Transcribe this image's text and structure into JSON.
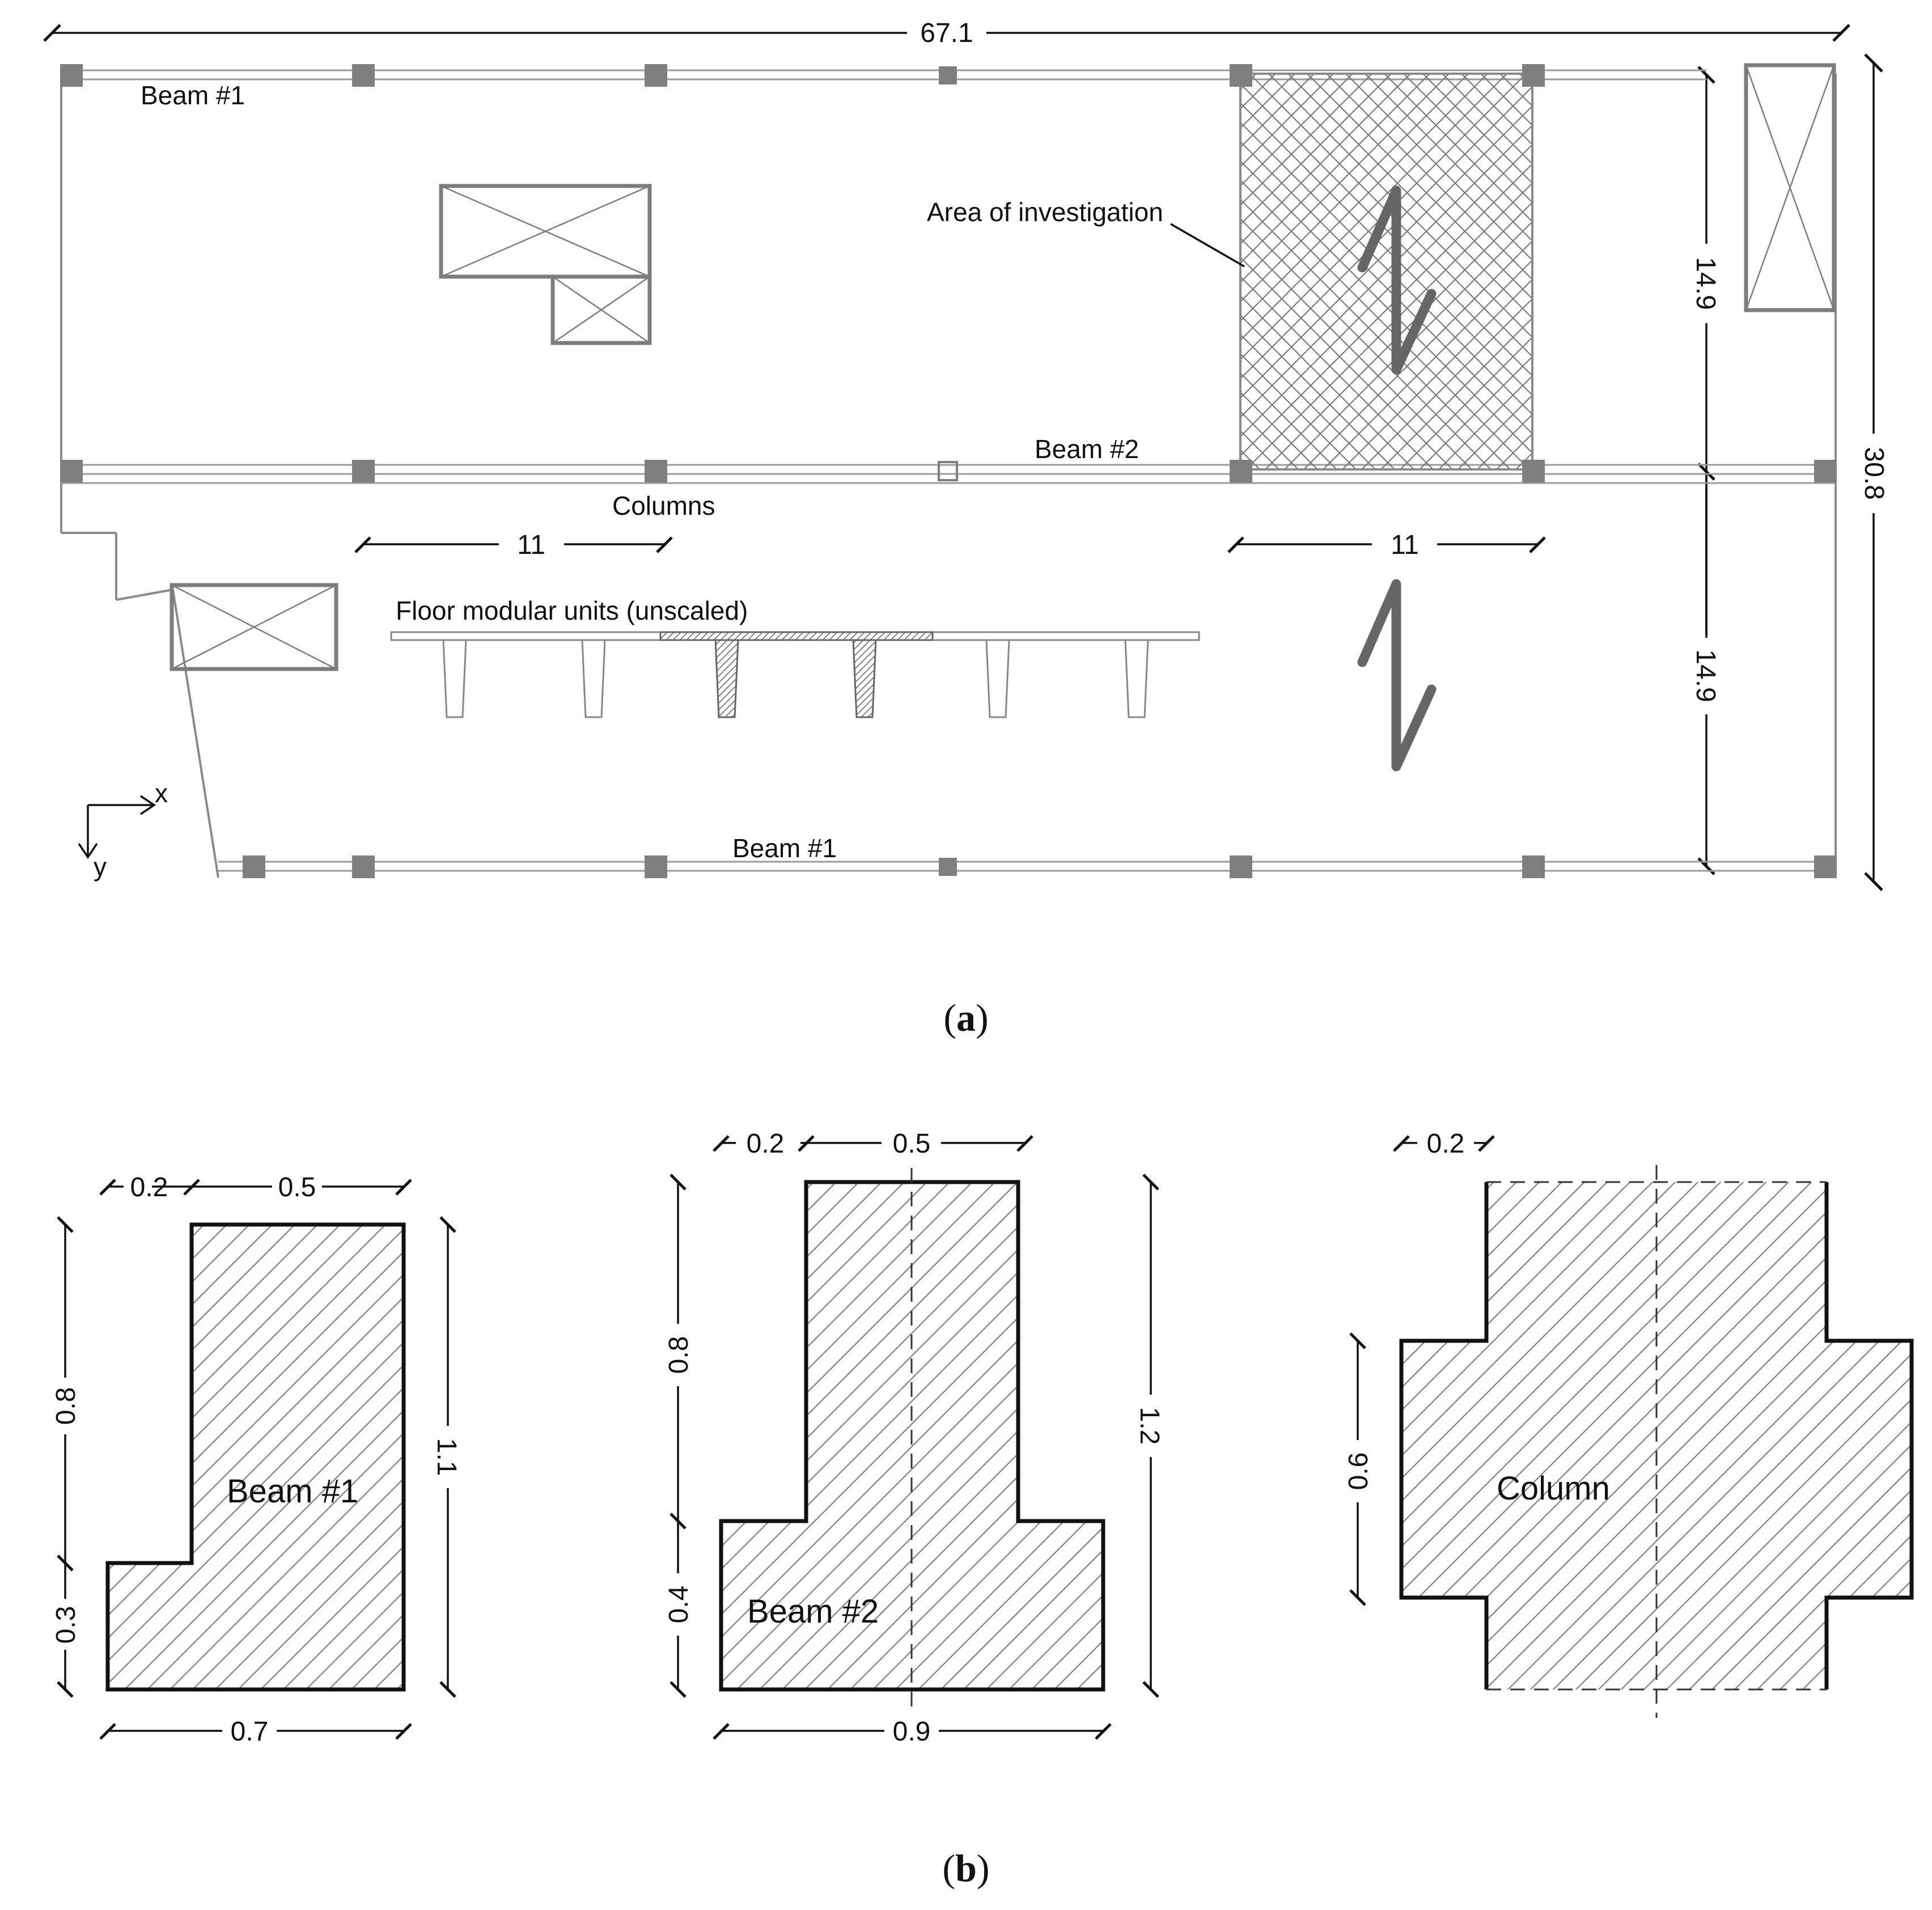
{
  "panel_a": {
    "caption_label": "a",
    "overall_length": "67.1",
    "overall_width": "30.8",
    "bay_width_top": "14.9",
    "bay_width_bottom": "14.9",
    "column_spacing_left": "11",
    "column_spacing_right": "11",
    "label_beam1_top": "Beam #1",
    "label_beam1_bottom": "Beam #1",
    "label_beam2": "Beam #2",
    "label_columns": "Columns",
    "label_area": "Area of investigation",
    "label_floor_units": "Floor modular units (unscaled)",
    "axis_x": "x",
    "axis_y": "y"
  },
  "panel_b": {
    "caption_label": "b",
    "beam1": {
      "label": "Beam #1",
      "dim_top_left": "0.2",
      "dim_top_right": "0.5",
      "dim_bottom": "0.7",
      "dim_left_upper": "0.8",
      "dim_left_lower": "0.3",
      "dim_right": "1.1"
    },
    "beam2": {
      "label": "Beam #2",
      "dim_top_left": "0.2",
      "dim_top_right": "0.5",
      "dim_bottom": "0.9",
      "dim_left_upper": "0.8",
      "dim_left_lower": "0.4",
      "dim_right": "1.2"
    },
    "column": {
      "label": "Column",
      "dim_top": "0.2",
      "dim_left": "0.6"
    }
  },
  "colors": {
    "line": "#111111",
    "beam_line": "#9a9a9a",
    "column_fill": "#7f7f7f",
    "hatch": "#777777"
  }
}
